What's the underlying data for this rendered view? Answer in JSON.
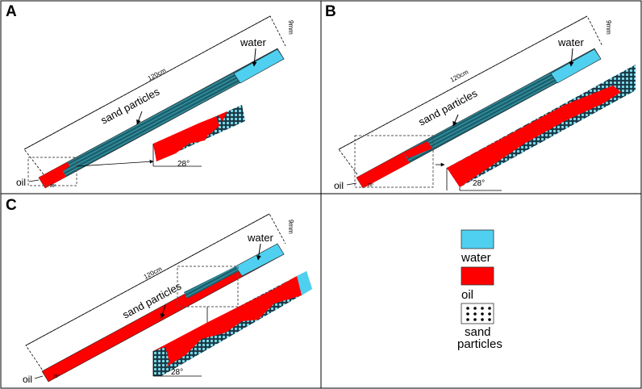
{
  "panels": {
    "A": {
      "letter": "A",
      "length": "120cm",
      "width": "9mm",
      "water": "water",
      "sand": "sand particles",
      "oil": "oil",
      "angle_small": "28°",
      "angle": "28°"
    },
    "B": {
      "letter": "B",
      "length": "120cm",
      "width": "9mm",
      "water": "water",
      "sand": "sand particles",
      "oil": "oil",
      "angle_small": "28°",
      "angle": "28°"
    },
    "C": {
      "letter": "C",
      "length": "120cm",
      "width": "9mm",
      "water": "water",
      "sand": "sand particles",
      "oil": "oil",
      "angle_small": "28°",
      "angle": "28°"
    }
  },
  "legend": {
    "water": "water",
    "oil": "oil",
    "sand_line1": "sand",
    "sand_line2": "particles"
  },
  "colors": {
    "water": "#4fd0f0",
    "oil": "#ff0000",
    "sand_tube": "#1f6f7e",
    "mesh_bg": "#1a3a48",
    "mesh_dot": "#7fdcea"
  }
}
